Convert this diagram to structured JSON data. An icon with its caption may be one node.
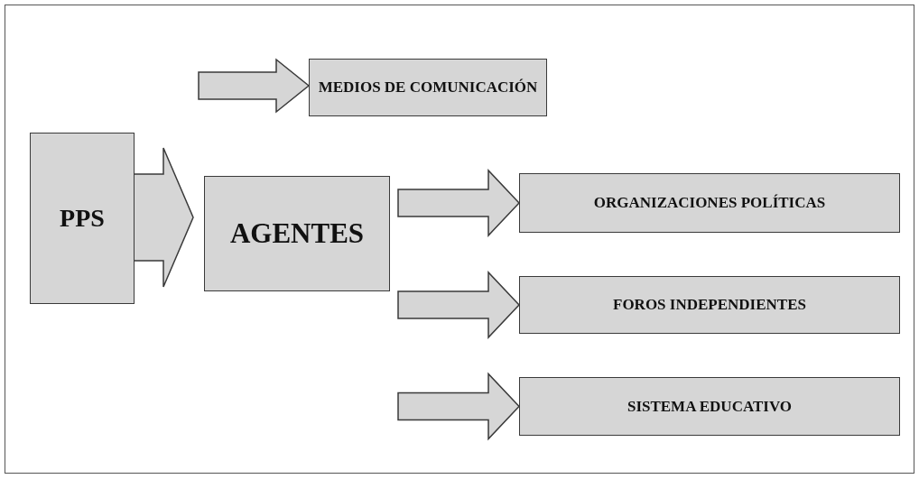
{
  "diagram": {
    "nodes": [
      {
        "text": [
          "MEDIOS DE COMUNICACIÓN"
        ]
      },
      {
        "text": [
          "PPS"
        ]
      },
      {
        "text": [
          "AGENTES"
        ]
      },
      {
        "text": [
          "ORGANIZACIONES POLÍTICAS"
        ]
      },
      {
        "text": [
          "FOROS INDEPENDIENTES"
        ]
      },
      {
        "text": [
          "SISTEMA EDUCATIVO"
        ]
      }
    ],
    "edges": [
      {
        "from": null,
        "to": 0,
        "arrow": "to"
      },
      {
        "from": 1,
        "to": 2,
        "arrow": "to"
      },
      {
        "from": 2,
        "to": 3,
        "arrow": "to"
      },
      {
        "from": 2,
        "to": 4,
        "arrow": "to"
      },
      {
        "from": 2,
        "to": 5,
        "arrow": "to"
      }
    ]
  }
}
